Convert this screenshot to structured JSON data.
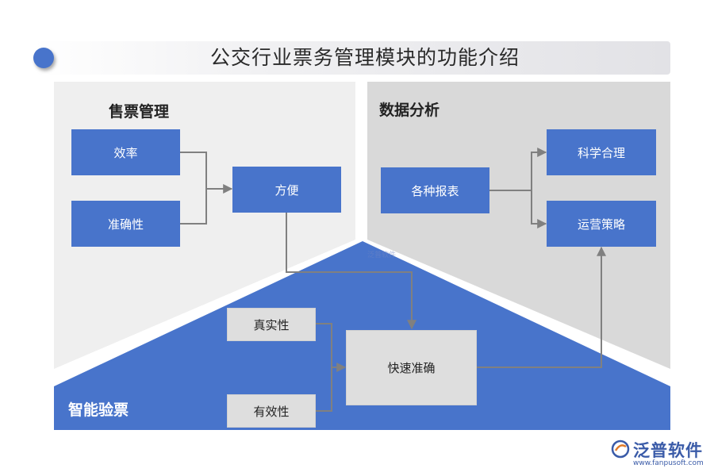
{
  "title": "公交行业票务管理模块的功能介绍",
  "sections": {
    "ticket_sales": {
      "label": "售票管理",
      "boxes": {
        "efficiency": "效率",
        "accuracy": "准确性",
        "convenience": "方便"
      }
    },
    "data_analysis": {
      "label": "数据分析",
      "boxes": {
        "reports": "各种报表",
        "scientific": "科学合理",
        "strategy": "运营策略"
      }
    },
    "smart_check": {
      "label": "智能验票",
      "boxes": {
        "authenticity": "真实性",
        "validity": "有效性",
        "fast_accurate": "快速准确"
      }
    }
  },
  "watermark": "泛普软件",
  "logo": {
    "name": "泛普软件",
    "url": "www.fanpusoft.com"
  },
  "colors": {
    "blue": "#4874cb",
    "light_gray": "#efefef",
    "mid_gray": "#d9d9d9",
    "box_gray": "#dedede",
    "connector": "#808080"
  }
}
